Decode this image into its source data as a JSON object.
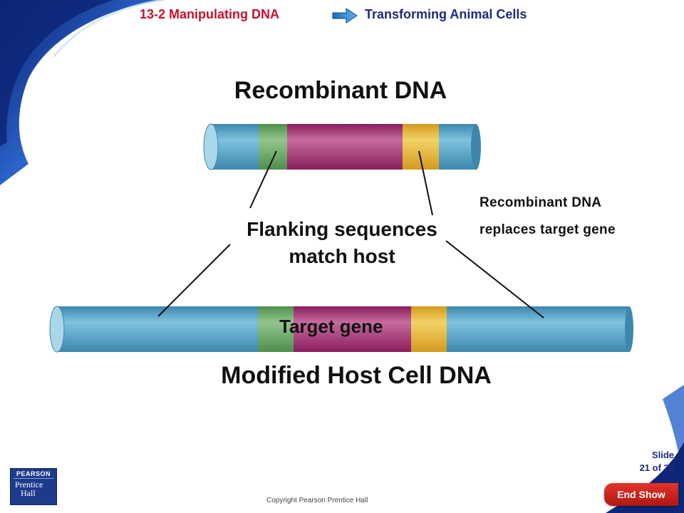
{
  "header": {
    "section": "13-2 Manipulating DNA",
    "title": "Transforming Animal Cells"
  },
  "diagram": {
    "top_label": "Recombinant DNA",
    "bottom_label": "Modified Host Cell DNA",
    "flanking_line1": "Flanking sequences",
    "flanking_line2": "match host",
    "note_line1": "Recombinant DNA",
    "note_line2": "replaces target gene",
    "target_label": "Target gene"
  },
  "colors": {
    "blue_segment": "#5ba9c9",
    "green_segment": "#6ca86a",
    "magenta_segment": "#9c2a6e",
    "yellow_segment": "#e6b733",
    "section_text": "#c8102e",
    "title_text": "#1d2b7a"
  },
  "footer": {
    "copyright": "Copyright Pearson Prentice Hall",
    "slide_label": "Slide",
    "slide_position": "21 of 32",
    "end_show": "End Show",
    "logo_top": "PEARSON",
    "logo_line1": "Prentice",
    "logo_line2": "Hall"
  }
}
